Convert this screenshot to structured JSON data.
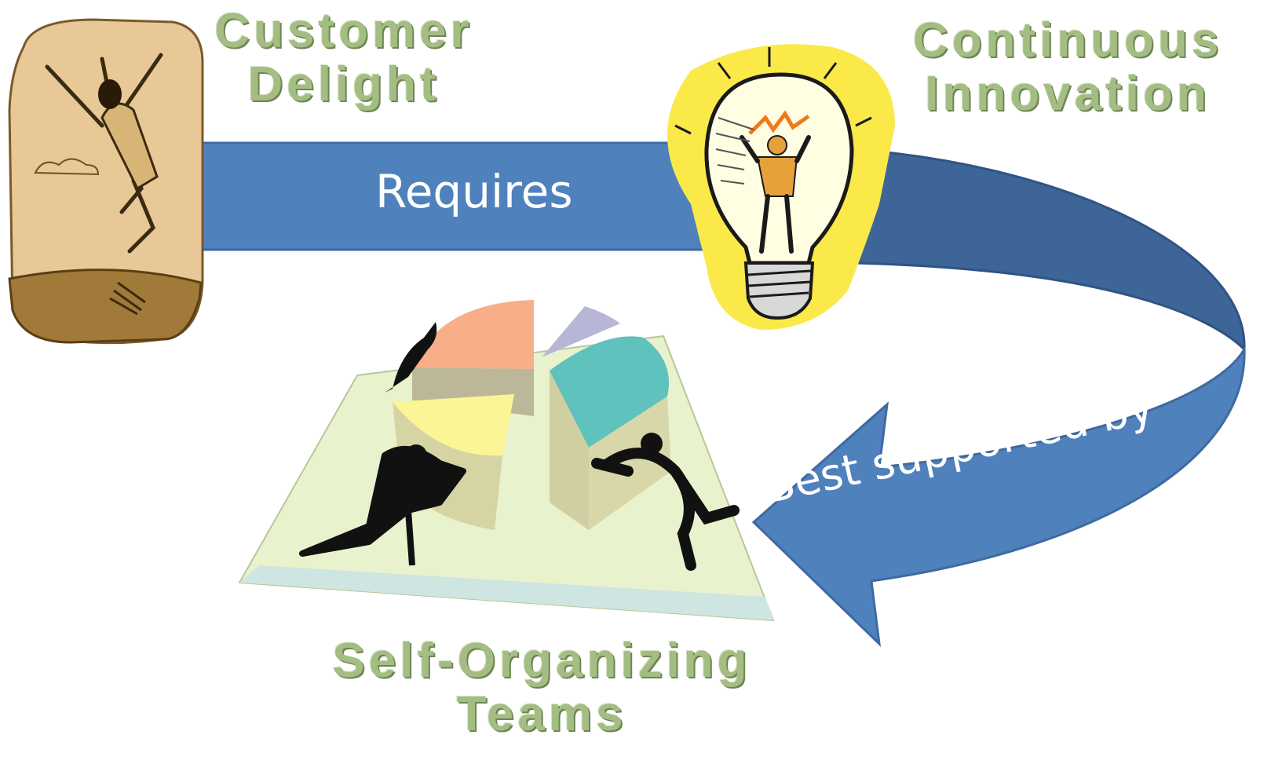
{
  "nodes": {
    "customer_delight": {
      "line1": "Customer",
      "line2": "Delight"
    },
    "continuous_innovation": {
      "line1": "Continuous",
      "line2": "Innovation"
    },
    "self_organizing_teams": {
      "line1": "Self-Organizing",
      "line2": "Teams"
    }
  },
  "arrows": {
    "requires": {
      "label": "Requires"
    },
    "best_supported_by": {
      "label": "Best supported by"
    }
  },
  "colors": {
    "arrow_blue": "#4f81bd",
    "arrow_blue_dark": "#3d6597",
    "label_green": "#a3bd83",
    "bulb_glow": "#fbe94a"
  },
  "icons": {
    "customer_delight": "jumping-person-icon",
    "continuous_innovation": "lightbulb-person-icon",
    "self_organizing_teams": "pie-chart-team-icon"
  }
}
